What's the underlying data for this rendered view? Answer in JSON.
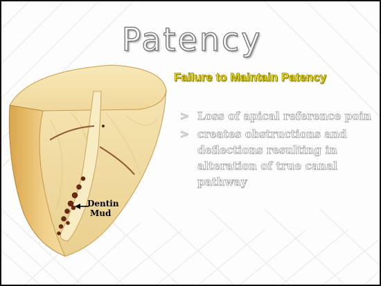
{
  "slide": {
    "title": "Patency",
    "subtitle": "Failure to Maintain Patency",
    "bullets": [
      {
        "marker": ">",
        "lines": [
          "Loss of apical reference poin"
        ]
      },
      {
        "marker": ">",
        "lines": [
          "creates obstructions and",
          "deflections resulting in",
          "alteration of true canal",
          "pathway"
        ]
      }
    ],
    "illustration": {
      "label_line1": "Dentin",
      "label_line2": "Mud"
    }
  },
  "colors": {
    "subtitle": "#f2e600",
    "dentin": "#f2dfa8",
    "canal": "#7a3a20",
    "debris": "#5a2410"
  }
}
